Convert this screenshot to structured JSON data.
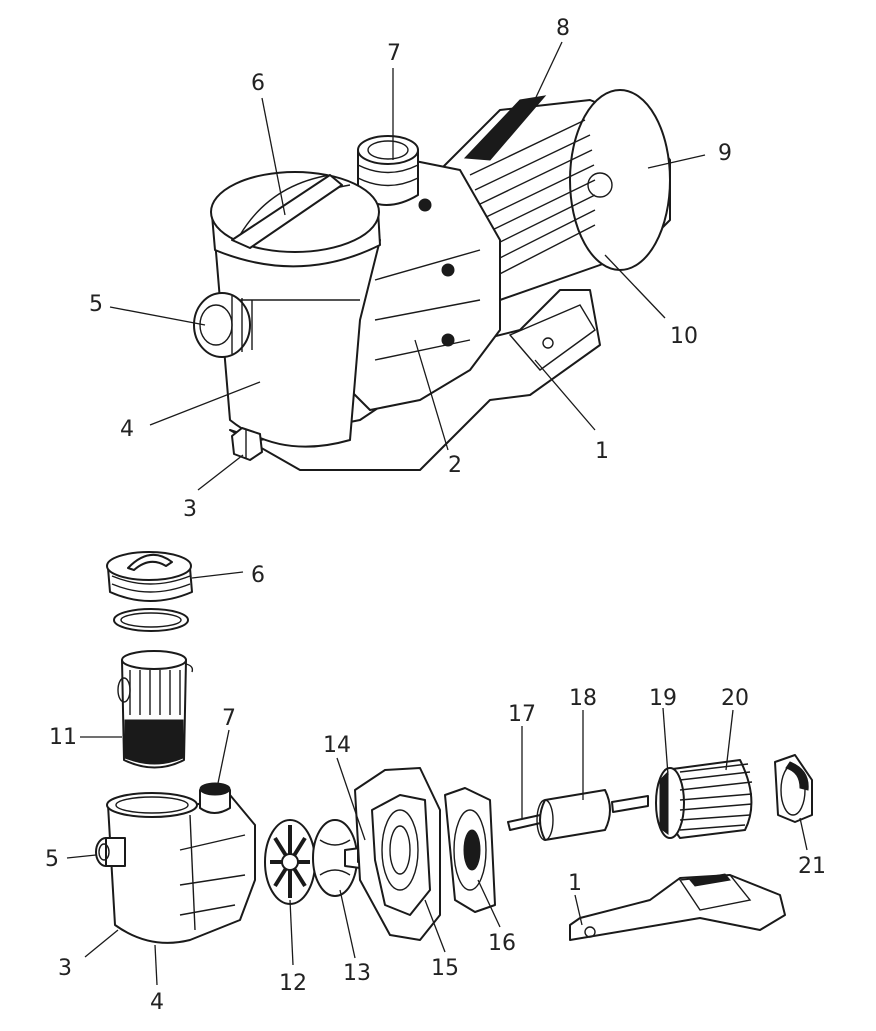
{
  "assembled_callouts": [
    "1",
    "2",
    "3",
    "4",
    "5",
    "6",
    "7",
    "8",
    "9",
    "10"
  ],
  "exploded_callouts": [
    "1",
    "3",
    "4",
    "5",
    "6",
    "7",
    "11",
    "12",
    "13",
    "14",
    "15",
    "16",
    "17",
    "18",
    "19",
    "20",
    "21"
  ]
}
